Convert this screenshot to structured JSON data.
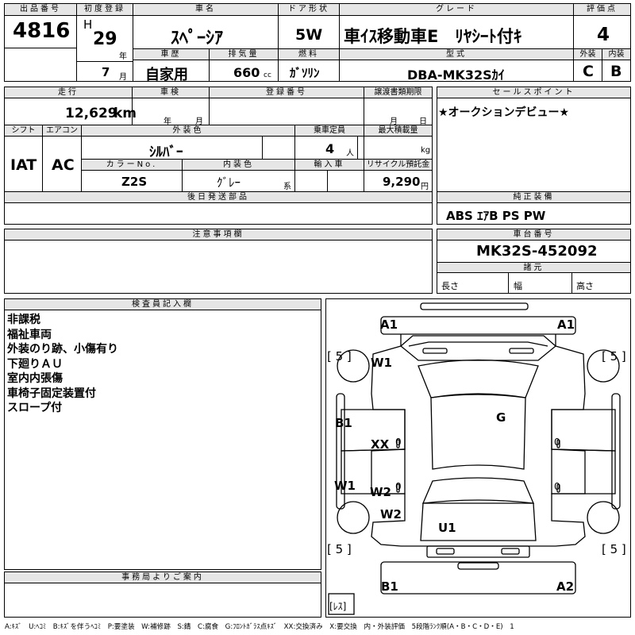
{
  "header": {
    "lot_label": "出品番号",
    "lot": "4816",
    "first_reg_label": "初度登録",
    "era": "H",
    "reg_year": "29",
    "year_unit": "年",
    "reg_month": "7",
    "month_unit": "月",
    "car_name_label": "車名",
    "car_name": "ｽﾍﾟｰｼｱ",
    "door_label": "ドア形状",
    "door": "5W",
    "grade_label": "グレード",
    "grade": "車ｲｽ移動車E　ﾘﾔｼｰﾄ付ｷ",
    "score_label": "評価点",
    "score": "4",
    "history_label": "車歴",
    "history": "自家用",
    "displacement_label": "排気量",
    "displacement": "660",
    "displacement_unit": "cc",
    "fuel_label": "燃料",
    "fuel": "ｶﾞｿﾘﾝ",
    "model_label": "型式",
    "model": "DBA-MK32Sｶｲ",
    "ext_label": "外装",
    "ext": "C",
    "int_label": "内装",
    "int": "B"
  },
  "info": {
    "mileage_label": "走行",
    "mileage": "12,629",
    "mileage_unit": "km",
    "inspection_label": "車検",
    "year_unit": "年",
    "month_unit": "月",
    "reg_no_label": "登録番号",
    "transfer_label": "譲渡書類期限",
    "day_unit": "日",
    "shift_label": "シフト",
    "shift": "IAT",
    "ac_label": "エアコン",
    "ac": "AC",
    "color_label": "外装色",
    "color": "ｼﾙﾊﾞｰ",
    "capacity_label": "乗車定員",
    "capacity": "4",
    "capacity_unit": "人",
    "load_label": "最大積載量",
    "load_unit": "kg",
    "color_no_label": "カラーNo.",
    "color_no": "Z2S",
    "interior_color_label": "内装色",
    "interior_color": "ｸﾞﾚｰ",
    "interior_color_unit": "系",
    "import_label": "輸入車",
    "recycle_label": "リサイクル預託金",
    "recycle": "9,290",
    "recycle_unit": "円",
    "later_parts_label": "後日発送部品"
  },
  "sales": {
    "label": "セールスポイント",
    "text": "★オークションデビュー★",
    "equip_label": "純正装備",
    "equip": "ABS ｴｱB PS PW"
  },
  "notes": {
    "label": "注意事項欄"
  },
  "chassis": {
    "label": "車台番号",
    "number": "MK32S-452092",
    "dims_label": "諸元",
    "length_label": "長さ",
    "width_label": "幅",
    "height_label": "高さ"
  },
  "inspector": {
    "label": "検査員記入欄",
    "lines": "非課税\n福祉車両\n外装のり跡、小傷有り\n下廻りＡＵ\n室内内張傷\n車椅子固定装置付\nスロープ付"
  },
  "office": {
    "label": "事務局よりご案内"
  },
  "diagram": {
    "marks": {
      "a1_left": "A1",
      "a1_right": "A1",
      "w1_top": "W1",
      "g": "G",
      "b1_side": "B1",
      "xx": "XX",
      "w1_side": "W1",
      "w2_a": "W2",
      "w2_b": "W2",
      "u1": "U1",
      "b1_bottom": "B1",
      "a2": "A2"
    },
    "tire_depths": {
      "front_left": "[ 5 ]",
      "front_right": "[ 5 ]",
      "rear_left": "[ 5 ]",
      "rear_right": "[ 5 ]",
      "spare": "[ﾚｽ]"
    },
    "pillar_marks": "0"
  },
  "legend": "A:ｷｽﾞ　U:ﾍｺﾐ　B:ｷｽﾞを伴うﾍｺﾐ　P:要塗装　W:補修跡　S:錆　C:腐食　G:ﾌﾛﾝﾄｶﾞﾗｽ点ｷｽﾞ　XX:交換済み　X:要交換　内・外装評価　5段階ﾗﾝｸ順(A・B・C・D・E)　1"
}
